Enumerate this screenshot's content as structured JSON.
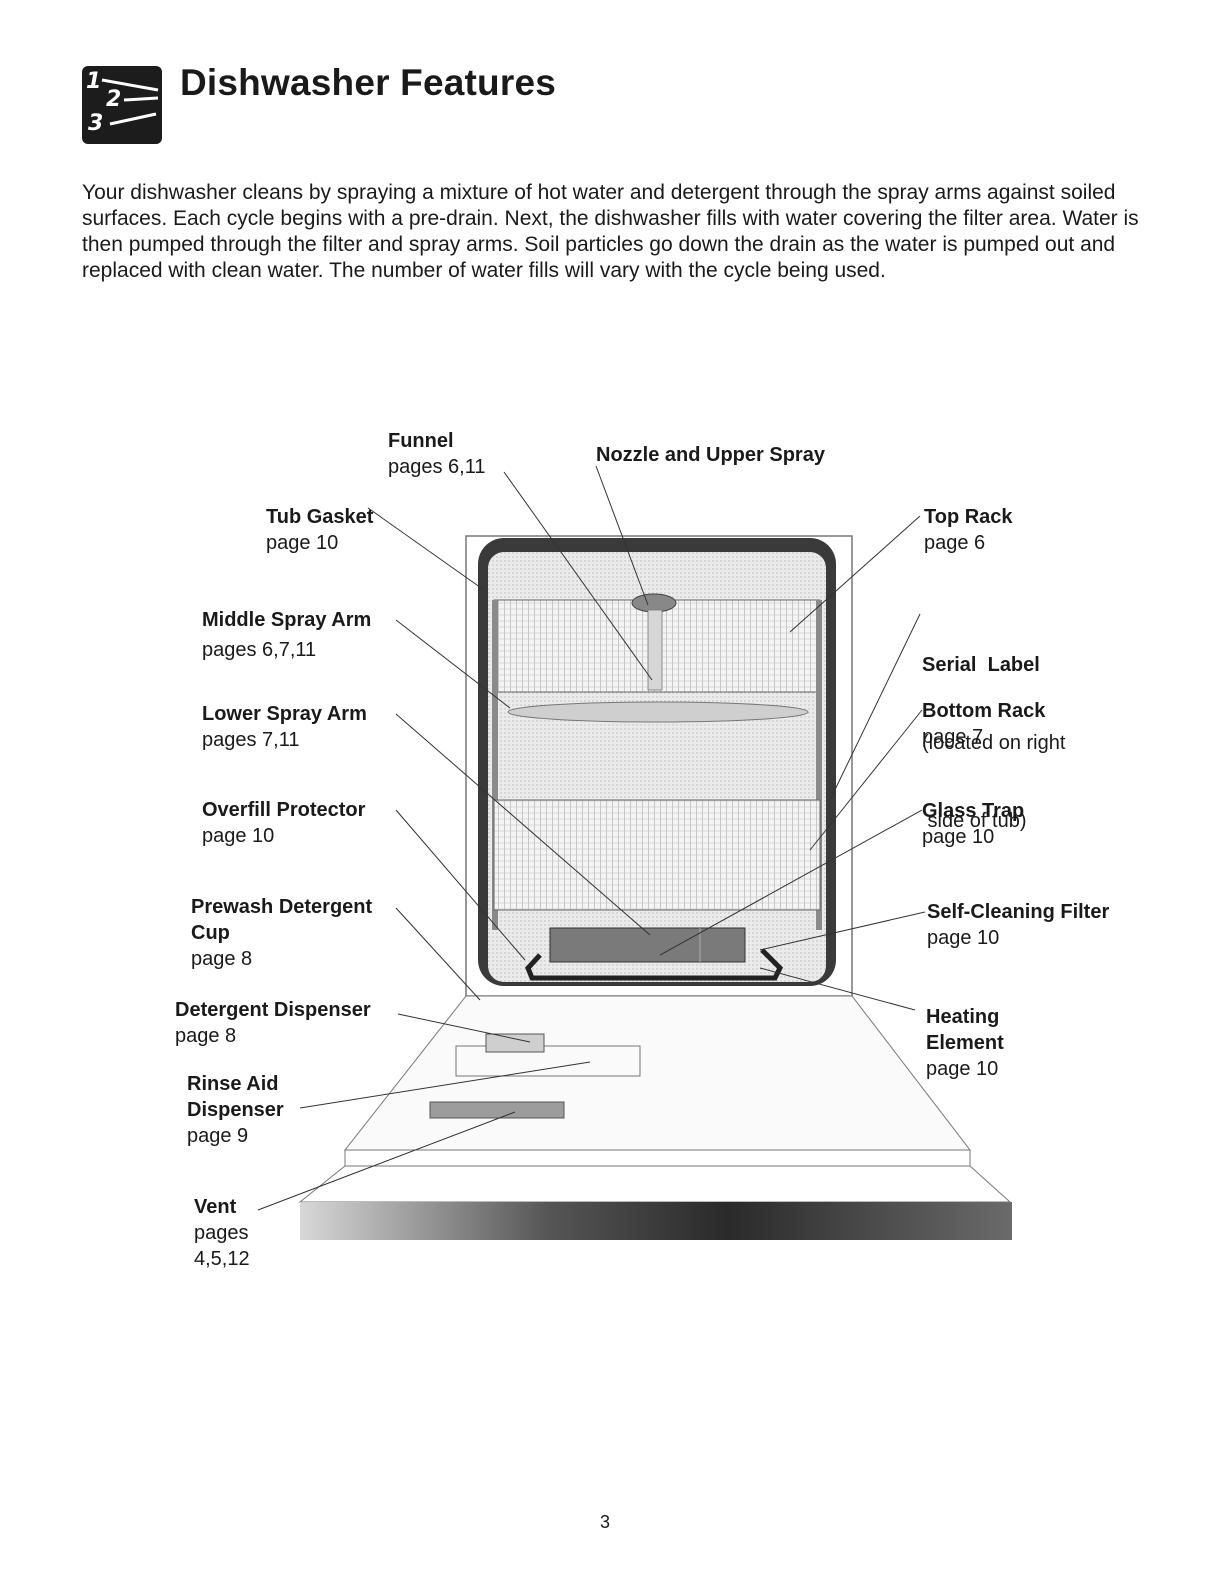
{
  "header": {
    "icon": "numbered-steps-icon",
    "title": "Dishwasher Features"
  },
  "intro": "Your dishwasher cleans by spraying a mixture of hot water and detergent through the spray arms against soiled surfaces. Each cycle begins with a pre-drain. Next, the dishwasher fills with water covering the filter area. Water is then pumped through the filter and spray arms. Soil particles go down the drain as the water is pumped out and replaced with clean water. The number of water fills will vary with the cycle being used.",
  "labels": {
    "funnel": {
      "name": "Funnel",
      "sub": "pages 6,11"
    },
    "nozzle": {
      "name": "Nozzle and Upper Spray"
    },
    "tub_gasket": {
      "name": "Tub Gasket",
      "sub": "page 10"
    },
    "middle_spray_arm": {
      "name": "Middle Spray Arm",
      "sub": "pages 6,7,11"
    },
    "lower_spray_arm": {
      "name": "Lower Spray Arm",
      "sub": "pages 7,11"
    },
    "overfill_protector": {
      "name": "Overfill Protector",
      "sub": "page 10"
    },
    "prewash_cup": {
      "name": "Prewash Detergent",
      "name2": "Cup",
      "sub": "page 8"
    },
    "detergent_dispenser": {
      "name": "Detergent Dispenser",
      "sub": "page 8"
    },
    "rinse_aid": {
      "name": "Rinse Aid",
      "name2": "Dispenser",
      "sub": "page 9"
    },
    "vent": {
      "name": "Vent",
      "sub": "pages",
      "sub2": "4,5,12"
    },
    "top_rack": {
      "name": "Top Rack",
      "sub": "page 6"
    },
    "serial_label": {
      "name": "Serial  Label",
      "sub": "(located on right",
      "sub2": " side of tub)"
    },
    "bottom_rack": {
      "name": "Bottom Rack",
      "sub": "page 7"
    },
    "glass_trap": {
      "name": "Glass Trap",
      "sub": "page 10"
    },
    "self_cleaning_filter": {
      "name": "Self-Cleaning Filter",
      "sub": "page 10"
    },
    "heating_element": {
      "name": "Heating",
      "name2": "Element",
      "sub": "page 10"
    }
  },
  "page_number": "3"
}
